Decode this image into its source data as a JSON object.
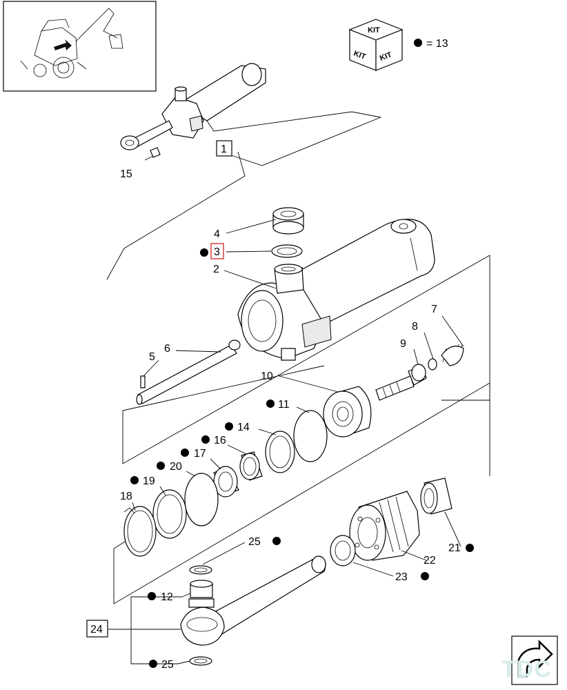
{
  "kit": {
    "label": "KIT",
    "legend_eq": "= 13"
  },
  "callouts": {
    "c1": "1",
    "c2": "2",
    "c3": "3",
    "c4": "4",
    "c5": "5",
    "c6": "6",
    "c7": "7",
    "c8": "8",
    "c9": "9",
    "c10": "10",
    "c11": "11",
    "c12": "12",
    "c14": "14",
    "c15": "15",
    "c16": "16",
    "c17": "17",
    "c18": "18",
    "c19": "19",
    "c20": "20",
    "c21": "21",
    "c22": "22",
    "c23": "23",
    "c24": "24",
    "c25a": "25",
    "c25b": "25"
  },
  "selected_callout": "3",
  "watermark": "TDC",
  "colors": {
    "selected_box": "#d61f1f",
    "line": "#000000",
    "watermark": "#d9ecec"
  }
}
